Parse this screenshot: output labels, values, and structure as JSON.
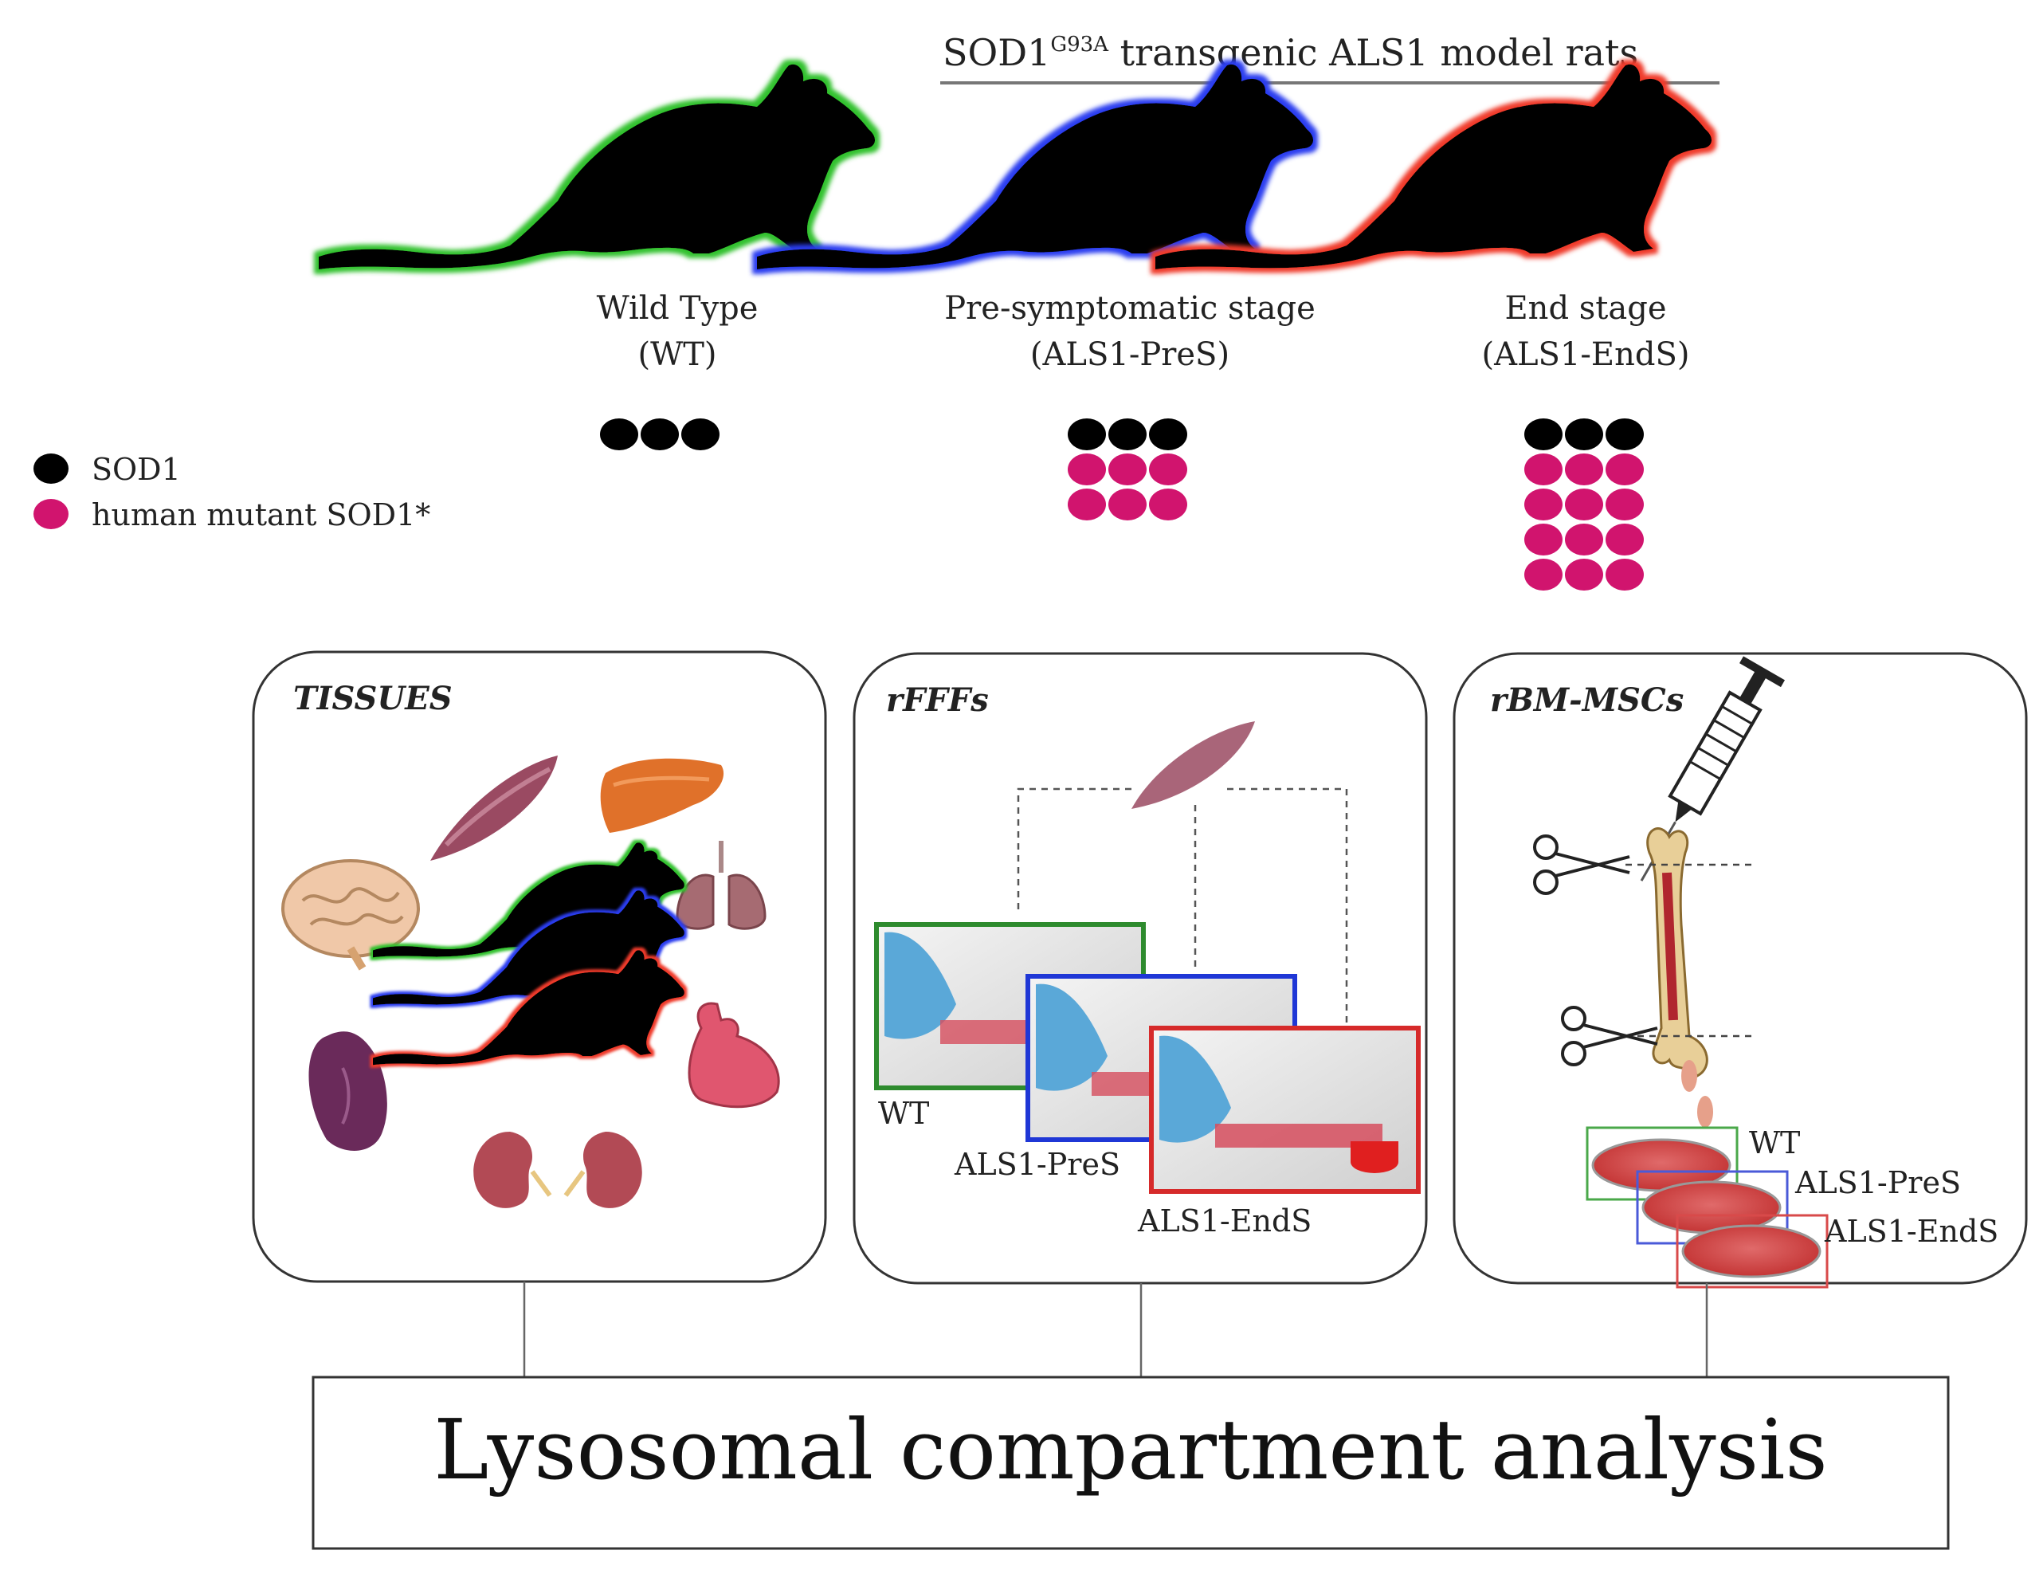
{
  "header": {
    "title_prefix": "SOD1",
    "title_superscript": "G93A",
    "title_suffix": " transgenic ALS1 model rats"
  },
  "groups": [
    {
      "key": "wt",
      "label_line1": "Wild Type",
      "label_line2": "(WT)",
      "color": "#33c12e",
      "sod1_dots": 3,
      "mutant_dots": 0
    },
    {
      "key": "pres",
      "label_line1": "Pre-symptomatic stage",
      "label_line2": "(ALS1-PreS)",
      "color": "#2b3cf0",
      "sod1_dots": 3,
      "mutant_dots": 6
    },
    {
      "key": "ends",
      "label_line1": "End stage",
      "label_line2": "(ALS1-EndS)",
      "color": "#f03a2b",
      "sod1_dots": 3,
      "mutant_dots": 12
    }
  ],
  "legend": {
    "items": [
      {
        "label": "SOD1",
        "color": "#000000"
      },
      {
        "label": "human mutant SOD1*",
        "color": "#d1146e"
      }
    ]
  },
  "panels": {
    "tissues": {
      "title": "TISSUES"
    },
    "rfffs": {
      "title": "rFFFs",
      "labels": [
        "WT",
        "ALS1-PreS",
        "ALS1-EndS"
      ]
    },
    "rbmmscs": {
      "title": "rBM-MSCs",
      "labels": [
        "WT",
        "ALS1-PreS",
        "ALS1-EndS"
      ]
    }
  },
  "footer": {
    "label": "Lysosomal compartment analysis"
  },
  "colors": {
    "wt": "#33c12e",
    "pres": "#2b3cf0",
    "ends": "#f03a2b",
    "mutant": "#d1146e",
    "sod1": "#000000"
  }
}
